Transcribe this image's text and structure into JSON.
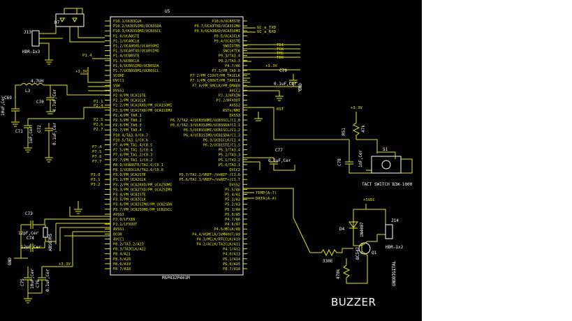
{
  "title": "BUZZER",
  "ic": {
    "ref": "U5",
    "part": "MSP432P401M",
    "left_pins": [
      "P10.1/UCB3CLK",
      "P10.2/UCB3SIMO/UCB3SDA",
      "P10.3/UCB3SOMI/UCB3SCL",
      "P1.0/UCA0STE",
      "P1.1/UCA0CLK",
      "P1.2/UCA0RXD/UCA0SOMI",
      "P1.3/UCA0TXD/UCA0SIMO",
      "P1.4/UCB0STE",
      "P1.5/UCB0CLK",
      "P1.6/UCB0SIMO/UCB0SDA",
      "P1.7/UCB0SOMI/UCB0SCL",
      "VCORE",
      "DVCC1",
      "VSW",
      "DVSS1",
      "P2.0/PM_UCA1STE",
      "P2.1/PM_UCA1CLK",
      "P2.2/PM_UCA1RXD/PM_UCA1SOMI",
      "P2.3/PM_UCA1TXD/PM_UCA1SIMO",
      "P2.4/PM_TA0.1",
      "P2.5/PM_TA0.2",
      "P2.6/PM_TA0.3",
      "P2.7/PM_TA0.4",
      "P10.4/TA3.0/C0.7",
      "P10.5/TA3.1/C0.6",
      "P7.4/PM_TA1.4/C0.5",
      "P7.5/PM_TA1.3/C0.4",
      "P7.6/PM_TA1.2/C0.3",
      "P7.7/PM_TA1.1/C0.2",
      "P8.0/UCB3STE/TA1.0/C0.1",
      "P8.1/UCB3CLK/TA2.0/C0.0",
      "P3.0/PM_UCA2STE",
      "P3.1/PM_UCA2CLK",
      "P3.2/PM_UCA2RXD/PM_UCA2SOMI",
      "P3.3/PM_UCA2TXD/PM_UCA2SIMO",
      "P3.4/PM_UCB2STE",
      "P3.5/PM_UCB2CLK",
      "P3.6/PM_UCB2SIMO/PM_UCB2SDA",
      "P3.7/PM_UCB2SOMI/PM_UCB2SCL",
      "AVSS3",
      "PJ.0/LFXIN",
      "PJ.1/LFXOUT",
      "AVSS1",
      "DCOR",
      "AVCC1",
      "P8.2/TA3.2/A23",
      "P8.3/TA3CLK/A22",
      "P8.4/A21",
      "P8.5/A20",
      "P8.6/A19",
      "P8.7/A18"
    ],
    "right_pins": [
      "P10.0/UCB3STE",
      "P9.7/UCA3TXD/UCA3SIMO",
      "P9.6/UCA3RXD/UCA3SOMI",
      "P9.5/UCA3CLK",
      "P9.4/UCA3STE",
      "SWDIOTMS",
      "SWCLKTCK",
      "P9.3/TA3.4",
      "P9.2/TA3.3",
      "P4.7/A6",
      "P7.3/PM_TA0.0",
      "P7.2/PM_C1OUT/PM_TA1CLK",
      "P7.1/PM_C0OUT/PM_TA0CLK",
      "P7.0/PM_SMCLK/PM_DMAE0",
      "AVCC2",
      "PJ.3/HFXIN",
      "PJ.2/HFXOUT",
      "AVSS2",
      "RSTn/NMI",
      "DVSS3",
      "P6.7/TA2.4/UCB3SOMI/UCB3SCL/C1.0",
      "P6.6/TA2.3/UCB3SIMO/UCB3SDA/C1.1",
      "P6.5/UCB1SOMI/UCB1SCL/C1.2",
      "P6.4/UCB1SIMO/UCB1SDA/C1.3",
      "P6.3/UCB1CLK/C1.4",
      "P6.2/UCB1STE/C1.5",
      "P5.3/TA3.4",
      "P5.2/TA3.3",
      "P5.1/TA3.2",
      "P5.0/TA3.1",
      "DVCC2",
      "P5.7/TA2.2/VREF-/VeREF-/C1.6",
      "P5.6/TA2.1/VREF+/VeREF+/C1.7",
      "DVSS2",
      "P5.5/A0",
      "P5.4/A1",
      "P5.3/A2",
      "P5.2/A3",
      "P5.1/A4",
      "P5.0/A5",
      "P4.7/A6",
      "P4.6/A7",
      "P4.5/MCLK/A8",
      "P4.4/HSMCLK/SVMHOUT/A9",
      "P4.3/MCLK/RTCCLK/A10",
      "P4.2/ACLK/TA2CLK/A11",
      "P4.1/A12",
      "P4.0/A13",
      "P6.1/A14",
      "P6.0/A15",
      "P8.7/A18"
    ]
  },
  "components": {
    "d7": "D7",
    "j13": "J13",
    "hdr_j13": "HDR-1x3",
    "l3": "L3",
    "l3_val": "4.7UH",
    "c69": "C69",
    "c69_val": "10uF,Cer",
    "c70": "C70",
    "c70_val": "4.7uF,Cer",
    "c71": "C71",
    "c71_val": "1uF,Cer",
    "c72": "C72",
    "c72_val": "0.1uF,Cer",
    "c73": "C73",
    "c73_val": "12pF,Cer",
    "c74": "C74",
    "c74_val": "12pF,Cer",
    "y1": "ABS07R5",
    "c75": "C75",
    "c75_val": "10uF,Cer",
    "c76": "C76",
    "c76_val": "0.1uF,Cer",
    "c79": "C79",
    "c79_val": "0.1uF,Cer",
    "c77": "C77",
    "c77_val": "0.1uF,Cer",
    "r51": "R51",
    "r51_val": "47k",
    "c78": "C78",
    "c78_val": "1nF,Cer",
    "s1": "S1",
    "s1_val": "TACT SWITCH B3W-1000",
    "d4": "D4",
    "d4_val": "1N4007",
    "j14": "J14",
    "hdr_j14": "HDR-1x2",
    "r_base": "330E",
    "q1": "Q1",
    "q1_val": "BC547",
    "pot": "470k"
  },
  "nets": {
    "v33": "+3.3V",
    "v5": "+5VDC",
    "gnd": "GND",
    "gnd_digital": "GNDDIGITAL",
    "tdi": "TDI",
    "tck": "TCK",
    "tms": "TMS",
    "tdo": "TDO",
    "tx": "UC_a_TXD",
    "rx": "UC_a_RXD",
    "rst": "RST",
    "temp": "TEMP(A-7)",
    "data": "DATA(A-4)",
    "p1": "P1.1",
    "p14": "P1.4",
    "p24": "P2.4",
    "p25": "P2.5",
    "p26": "P2.6",
    "p27": "P2.7",
    "p74": "P7.4",
    "p75": "P7.5",
    "p76": "P7.6",
    "p77": "P7.7",
    "p30": "P3.0",
    "p31": "P3.1",
    "p32": "P3.2"
  },
  "colors": {
    "background": "#000000",
    "wire": "#e8e800",
    "text": "#ffffff"
  }
}
